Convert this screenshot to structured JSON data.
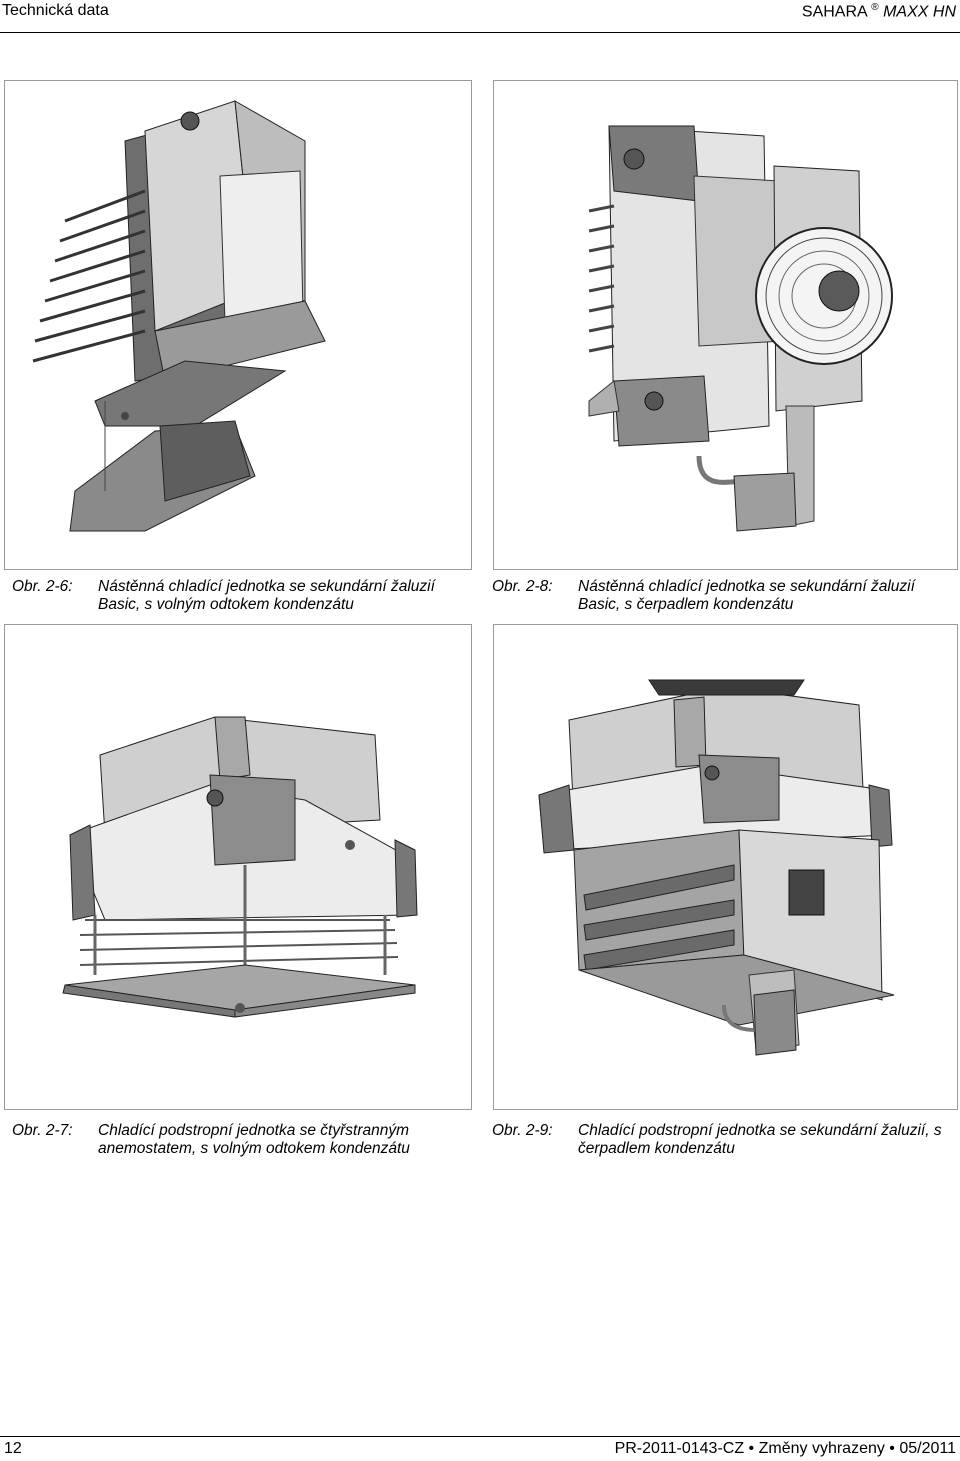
{
  "header": {
    "left": "Technická data",
    "brand": "SAHARA",
    "registered": "®",
    "model": "MAXX HN"
  },
  "figures": [
    {
      "id": "2-6",
      "label": "Obr. 2-6:",
      "caption": "Nástěnná chladící jednotka se sekundární žaluzií Basic, s volným odtokem kondenzátu",
      "illustration": "wall-unit-free-drain-drawing"
    },
    {
      "id": "2-8",
      "label": "Obr. 2-8:",
      "caption": "Nástěnná chladící jednotka se sekundární žaluzií Basic, s čerpadlem kondenzátu",
      "illustration": "wall-unit-pump-drawing"
    },
    {
      "id": "2-7",
      "label": "Obr. 2-7:",
      "caption": "Chladící podstropní jednotka se čtyřstranným anemostatem, s volným odtokem kondenzátu",
      "illustration": "ceiling-unit-anemostat-drawing"
    },
    {
      "id": "2-9",
      "label": "Obr. 2-9:",
      "caption": "Chladící podstropní jednotka se sekundární žaluzií, s čerpadlem kondenzátu",
      "illustration": "ceiling-unit-pump-drawing"
    }
  ],
  "footer": {
    "page": "12",
    "doc": "PR-2011-0143-CZ • Změny vyhrazeny • 05/2011"
  }
}
